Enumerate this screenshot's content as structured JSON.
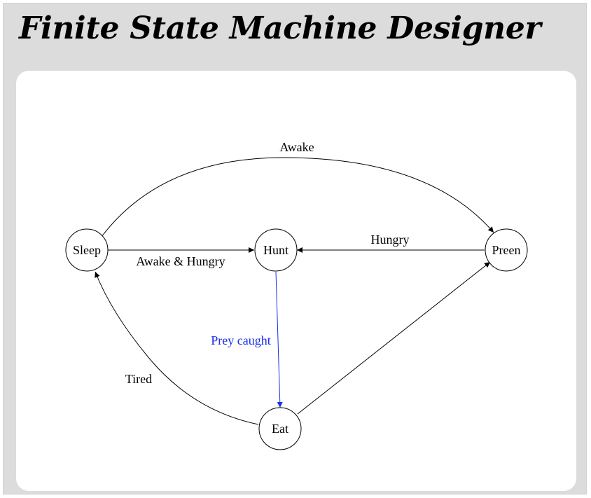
{
  "app": {
    "title": "Finite State Machine Designer"
  },
  "colors": {
    "stroke": "#000000",
    "highlight": "#1a2ee8",
    "panel": "#ffffff",
    "frame": "#dcdcdc"
  },
  "diagram": {
    "states": [
      {
        "id": "sleep",
        "label": "Sleep"
      },
      {
        "id": "hunt",
        "label": "Hunt"
      },
      {
        "id": "preen",
        "label": "Preen"
      },
      {
        "id": "eat",
        "label": "Eat"
      }
    ],
    "transitions": [
      {
        "id": "sleep-preen",
        "from": "sleep",
        "to": "preen",
        "label": "Awake",
        "highlighted": false
      },
      {
        "id": "sleep-hunt",
        "from": "sleep",
        "to": "hunt",
        "label": "Awake & Hungry",
        "highlighted": false
      },
      {
        "id": "preen-hunt",
        "from": "preen",
        "to": "hunt",
        "label": "Hungry",
        "highlighted": false
      },
      {
        "id": "hunt-eat",
        "from": "hunt",
        "to": "eat",
        "label": "Prey caught",
        "highlighted": true
      },
      {
        "id": "eat-sleep",
        "from": "eat",
        "to": "sleep",
        "label": "Tired",
        "highlighted": false
      },
      {
        "id": "eat-preen",
        "from": "eat",
        "to": "preen",
        "label": "",
        "highlighted": false
      }
    ]
  }
}
